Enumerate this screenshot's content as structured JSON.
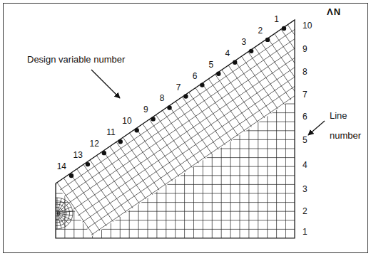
{
  "diagram": {
    "labels": [
      "ΛN",
      "Design variable number",
      "1",
      "2",
      "3",
      "4",
      "5",
      "6",
      "7",
      "8",
      "9",
      "10",
      "11",
      "12",
      "13",
      "14",
      "Line",
      "number",
      "10",
      "9",
      "8",
      "7",
      "6",
      "5",
      "4",
      "3",
      "2",
      "1"
    ]
  }
}
